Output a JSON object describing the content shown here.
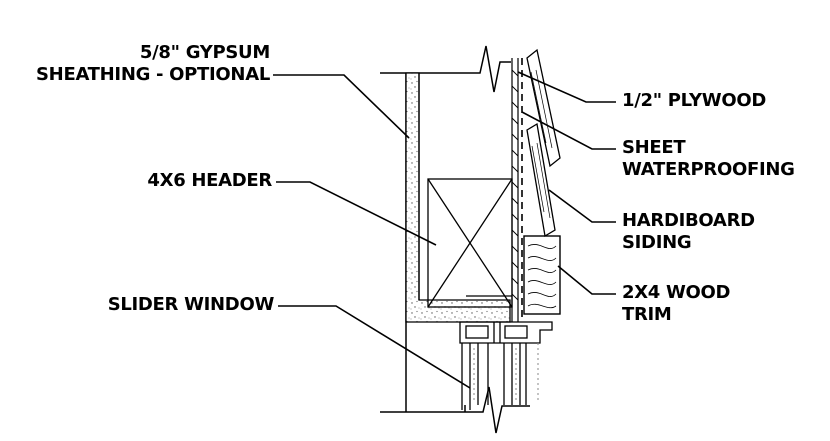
{
  "labels": {
    "gypsum_line1": "5/8\" GYPSUM",
    "gypsum_line2": "SHEATHING - OPTIONAL",
    "header": "4X6 HEADER",
    "slider_window": "SLIDER WINDOW",
    "plywood": "1/2\" PLYWOOD",
    "sheet_line1": "SHEET",
    "sheet_line2": "WATERPROOFING",
    "hardiboard_line1": "HARDIBOARD",
    "hardiboard_line2": "SIDING",
    "trim_line1": "2X4 WOOD",
    "trim_line2": "TRIM"
  }
}
